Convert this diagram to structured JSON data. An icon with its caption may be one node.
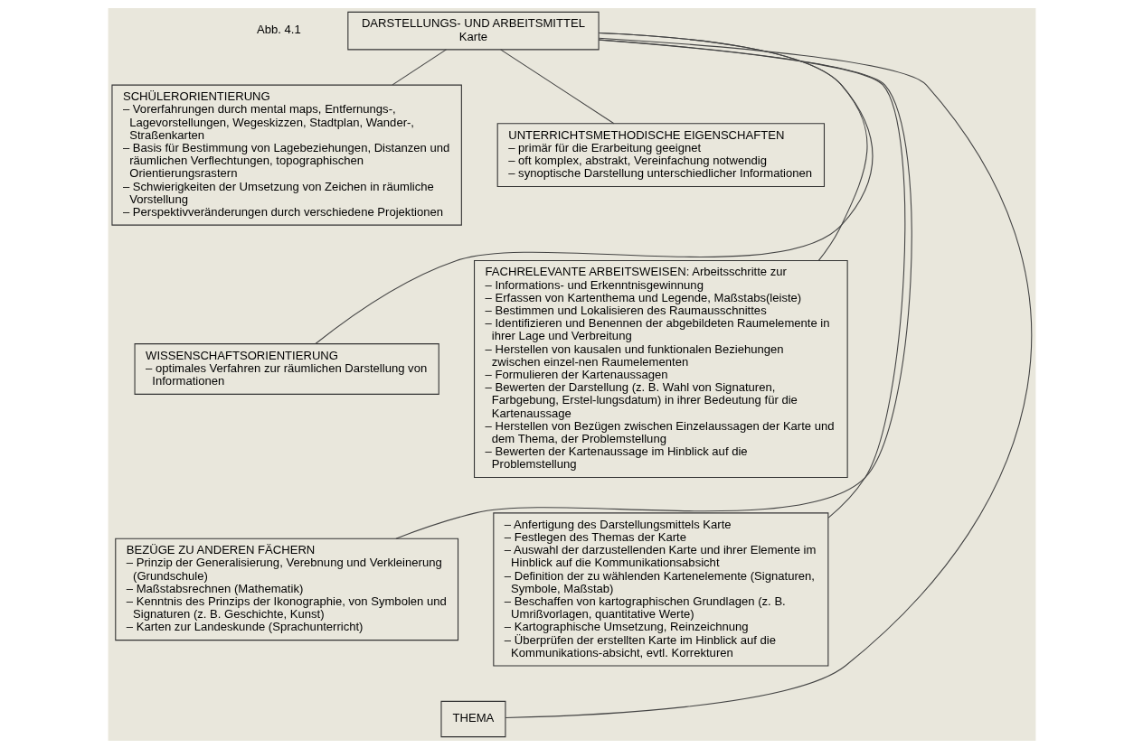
{
  "diagram": {
    "nodes": [
      {
        "text": [
          "DARSTELLUNGS- UND ARBEITSMITTEL",
          "Karte"
        ]
      },
      {
        "text": [
          "SCHÜLERORIENTIERUNG",
          "– Vorerfahrungen durch mental maps, Entfernungs-, Lagevorstellungen, Wegeskizzen, Stadtplan, Wander-, Straßenkarten",
          "– Basis für Bestimmung von Lagebeziehungen, Distanzen und räumlichen Verflechtungen, topographischen Orientierungsrastern",
          "– Schwierigkeiten der Umsetzung von Zeichen in räumliche Vorstellung",
          "– Perspektivveränderungen durch verschiedene Projektionen"
        ]
      },
      {
        "text": [
          "UNTERRICHTSMETHODISCHE EIGENSCHAFTEN",
          "– primär für die Erarbeitung geeignet",
          "– oft komplex, abstrakt, Vereinfachung notwendig",
          "– synoptische Darstellung unterschiedlicher Informationen"
        ]
      },
      {
        "text": [
          "FACHRELEVANTE ARBEITSWEISEN: Arbeitsschritte zur",
          "– Informations- und Erkenntnisgewinnung",
          "– Erfassen von Kartenthema und Legende, Maßstabs(leiste)",
          "– Bestimmen und Lokalisieren des Raumausschnittes",
          "– Identifizieren und Benennen der abgebildeten Raumelemente in ihrer Lage und Verbreitung",
          "– Herstellen von kausalen und funktionalen Beziehungen zwischen einzel-nen Raumelementen",
          "– Formulieren der Kartenaussagen",
          "– Bewerten der Darstellung (z. B. Wahl von Signaturen, Farbgebung, Erstel-lungsdatum) in ihrer Bedeutung für die Kartenaussage",
          "– Herstellen von Bezügen zwischen Einzelaussagen der Karte und dem Thema, der Problemstellung",
          "– Bewerten der Kartenaussage im Hinblick auf die Problemstellung"
        ]
      },
      {
        "text": [
          "– Anfertigung des Darstellungsmittels Karte",
          "– Festlegen des Themas der Karte",
          "– Auswahl der darzustellenden Karte und ihrer Elemente im Hinblick auf die Kommunikationsabsicht",
          "– Definition der zu wählenden Kartenelemente (Signaturen, Symbole, Maßstab)",
          "– Beschaffen von kartographischen Grundlagen (z. B. Umrißvorlagen, quantitative Werte)",
          "– Kartographische Umsetzung, Reinzeichnung",
          "– Überprüfen der erstellten Karte im Hinblick auf die Kommunikations-absicht, evtl. Korrekturen"
        ]
      },
      {
        "text": [
          "WISSENSCHAFTSORIENTIERUNG",
          "– optimales Verfahren zur räumlichen Darstellung von Informationen"
        ]
      },
      {
        "text": [
          "BEZÜGE ZU ANDEREN FÄCHERN",
          "– Prinzip der Generalisierung, Verebnung und Verkleinerung (Grundschule)",
          "– Maßstabsrechnen (Mathematik)",
          "– Kenntnis des Prinzips der Ikonographie, von Symbolen und Signaturen (z. B. Geschichte, Kunst)",
          "– Karten zur Landeskunde (Sprachunterricht)"
        ]
      },
      {
        "text": [
          "THEMA"
        ]
      }
    ],
    "edges": [
      {
        "from": 0,
        "to": 1,
        "arrow": "none"
      },
      {
        "from": 0,
        "to": 2,
        "arrow": "none"
      },
      {
        "from": 0,
        "to": 3,
        "arrow": "none"
      },
      {
        "from": 0,
        "to": 5,
        "arrow": "none"
      },
      {
        "from": 0,
        "to": 4,
        "arrow": "none"
      },
      {
        "from": 0,
        "to": 6,
        "arrow": "none"
      },
      {
        "from": 0,
        "to": 7,
        "arrow": "none"
      }
    ],
    "labels": [
      "Abb. 4.1"
    ]
  }
}
